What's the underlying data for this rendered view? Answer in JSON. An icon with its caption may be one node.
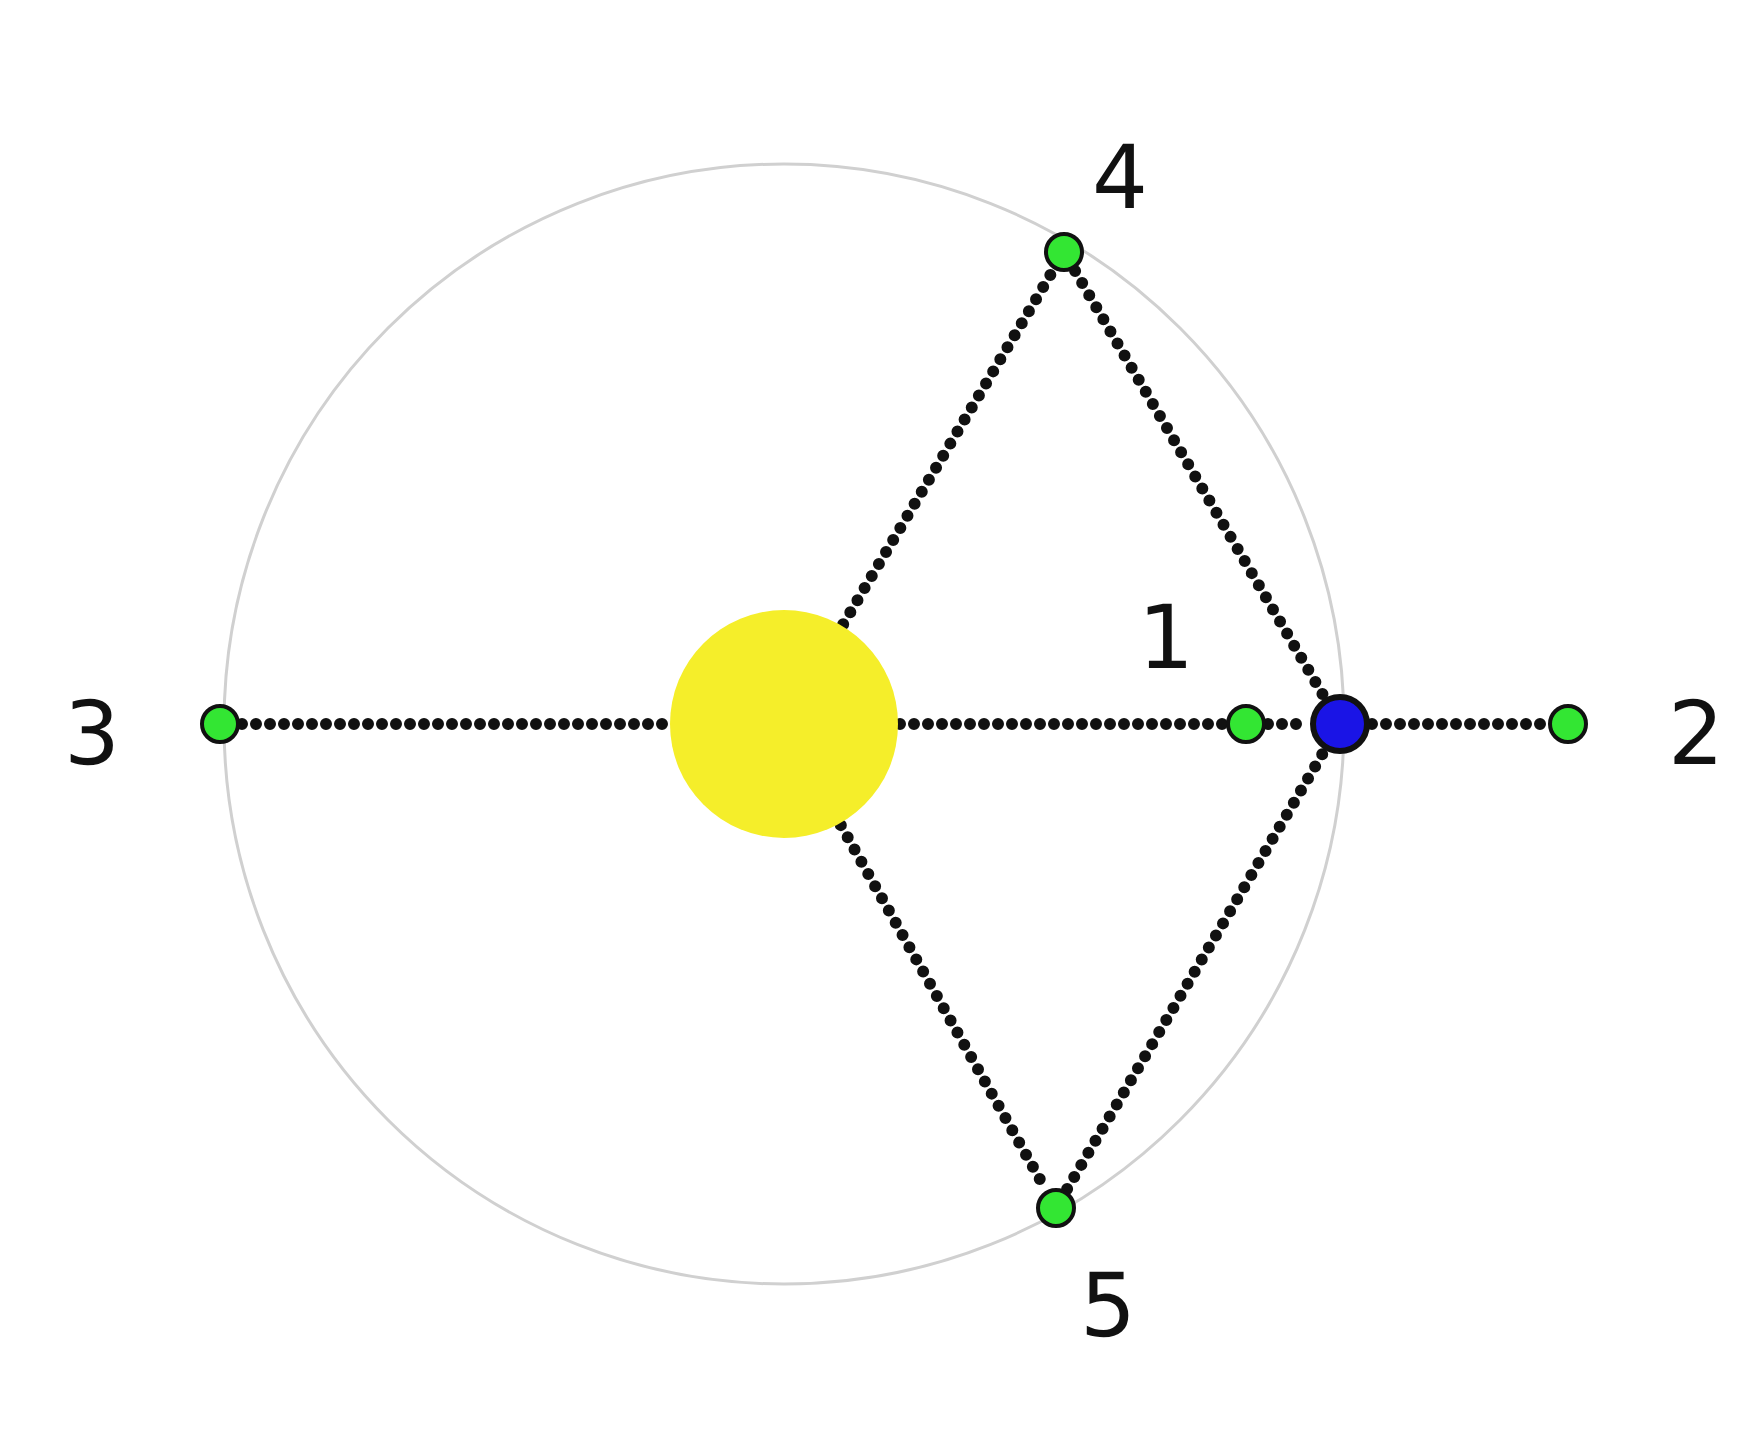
{
  "diagram": {
    "nodes": [
      {
        "text": [],
        "shape": "circle",
        "beside": [
          "4"
        ]
      },
      {
        "text": [],
        "shape": "circle",
        "beside": [
          "3"
        ]
      },
      {
        "text": [],
        "shape": "circle"
      },
      {
        "text": [],
        "shape": "circle",
        "beside": [
          "1"
        ]
      },
      {
        "text": [],
        "shape": "circle"
      },
      {
        "text": [],
        "shape": "circle",
        "beside": [
          "2"
        ]
      },
      {
        "text": [],
        "shape": "circle",
        "beside": [
          "5"
        ]
      }
    ],
    "edges": [
      {
        "from": 1,
        "to": 2,
        "arrow": "none"
      },
      {
        "from": 2,
        "to": 3,
        "arrow": "none"
      },
      {
        "from": 3,
        "to": 4,
        "arrow": "none"
      },
      {
        "from": 4,
        "to": 5,
        "arrow": "none"
      },
      {
        "from": 2,
        "to": 0,
        "arrow": "none"
      },
      {
        "from": 0,
        "to": 4,
        "arrow": "none"
      },
      {
        "from": 2,
        "to": 6,
        "arrow": "none"
      },
      {
        "from": 6,
        "to": 4,
        "arrow": "none"
      }
    ]
  }
}
